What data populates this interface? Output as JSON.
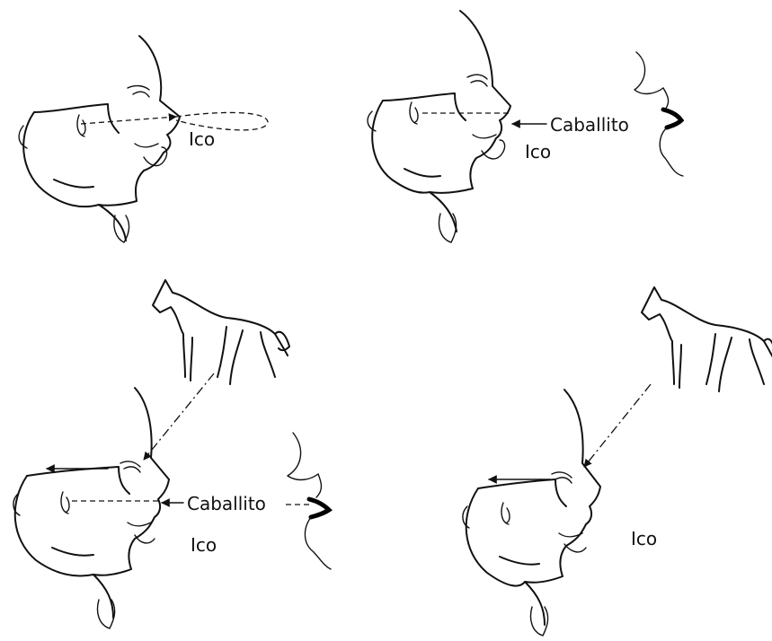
{
  "labels": {
    "panel1_ico": "Ico",
    "panel2_ico": "Ico",
    "panel2_caballito": "Caballito",
    "panel3_ico": "Ico",
    "panel3_caballito": "Caballito",
    "panel4_ico": "Ico"
  },
  "colors": {
    "ink": "#111111",
    "background": "#ffffff"
  }
}
